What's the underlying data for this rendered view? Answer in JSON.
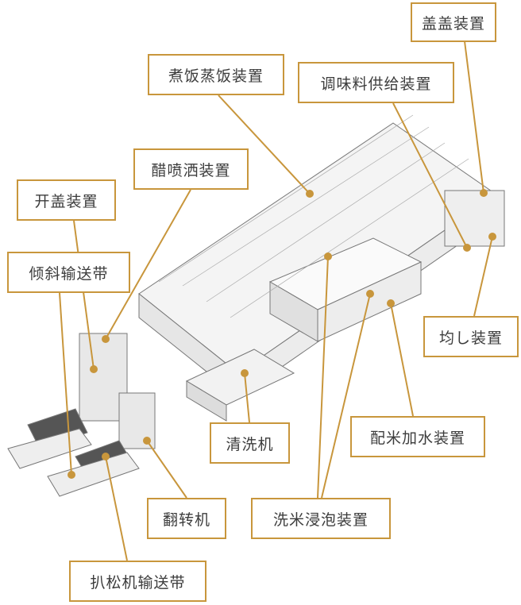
{
  "accent_color": "#c8963c",
  "labels": {
    "lid_closing": "盖盖装置",
    "rice_cooking_steaming": "煮饭蒸饭装置",
    "seasoning_supply": "调味料供给装置",
    "vinegar_spraying": "醋喷洒装置",
    "lid_opening": "开盖装置",
    "inclined_conveyor": "倾斜输送带",
    "leveling": "均し装置",
    "rice_dispensing_water_adding": "配米加水装置",
    "washer": "清洗机",
    "turnover_machine": "翻转机",
    "rice_washing_soaking": "洗米浸泡装置",
    "loosening_conveyor": "扒松机输送带"
  }
}
